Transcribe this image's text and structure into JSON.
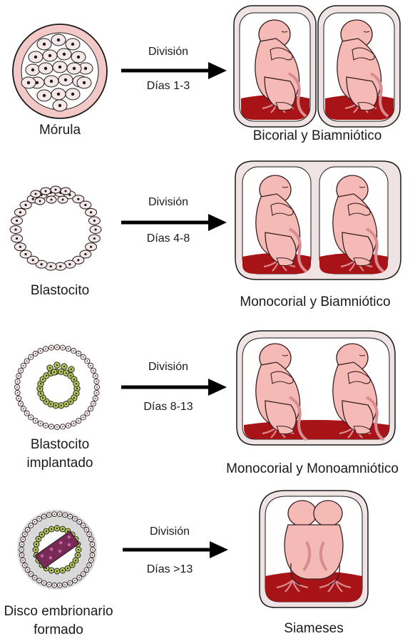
{
  "rows": [
    {
      "stage_label": "Mórula",
      "arrow_top": "División",
      "arrow_bottom": "Días 1-3",
      "result_label": "Bicorial y Biamniótico"
    },
    {
      "stage_label": "Blastocito",
      "arrow_top": "División",
      "arrow_bottom": "Días 4-8",
      "result_label": "Monocorial y Biamniótico"
    },
    {
      "stage_label": "Blastocito implantado",
      "stage_label_line1": "Blastocito",
      "stage_label_line2": "implantado",
      "arrow_top": "División",
      "arrow_bottom": "Días 8-13",
      "result_label": "Monocorial y Monoamniótico"
    },
    {
      "stage_label_line1": "Disco embrionario",
      "stage_label_line2": "formado",
      "arrow_top": "División",
      "arrow_bottom": "Días >13",
      "result_label": "Siameses"
    }
  ],
  "colors": {
    "skin": "#f5b9b6",
    "skin_stroke": "#3a1f1f",
    "sac": "#efe3e3",
    "placenta": "#a81317",
    "cord": "#d98c8f",
    "morula_ring": "#f2c9c6",
    "cell": "#f6e8e8",
    "green_cell": "#b6c65a",
    "disc": "#7a2a56",
    "gray_bg": "#d9d9d9"
  }
}
